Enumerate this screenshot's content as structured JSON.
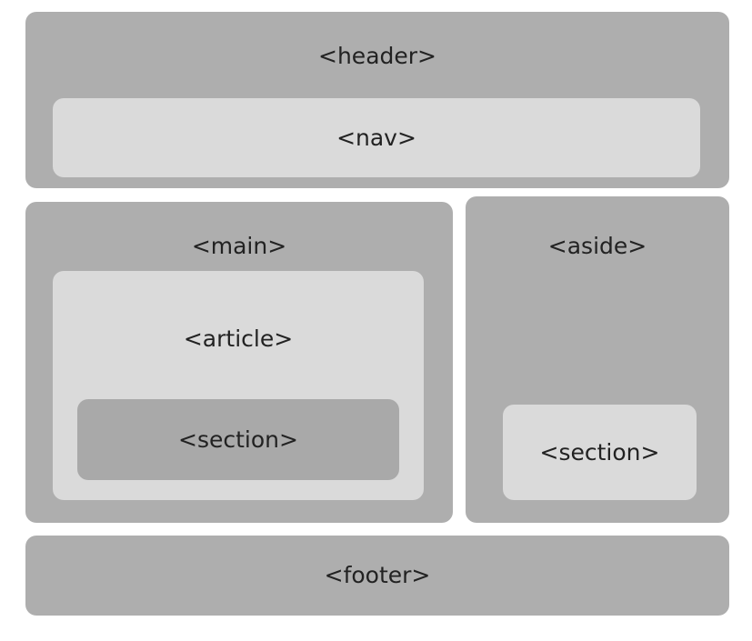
{
  "labels": {
    "header": "<header>",
    "nav": "<nav>",
    "main": "<main>",
    "article": "<article>",
    "main_section": "<section>",
    "aside": "<aside>",
    "aside_section": "<section>",
    "footer": "<footer>"
  },
  "colors": {
    "outer_box": "#aeaeae",
    "inner_box": "#dadada",
    "nested_box": "#a9a9a9",
    "text": "#222222"
  }
}
